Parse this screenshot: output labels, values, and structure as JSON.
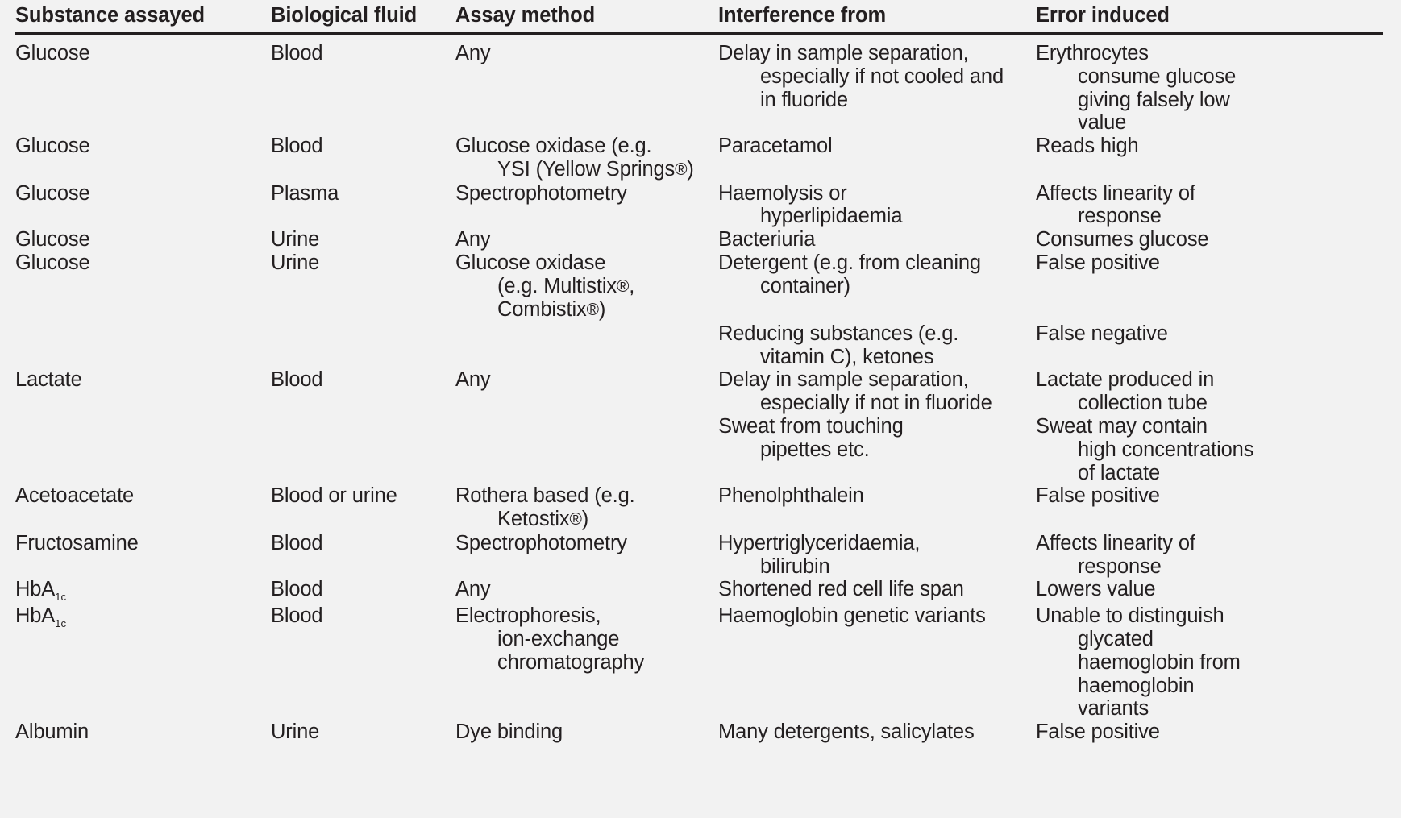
{
  "table": {
    "columns": [
      "Substance assayed",
      "Biological fluid",
      "Assay method",
      "Interference from",
      "Error induced"
    ],
    "rows": [
      {
        "substance": "Glucose",
        "fluid": "Blood",
        "method": "Any",
        "interference": "Delay in sample separation, especially if not cooled and in fluoride",
        "interference_lines": [
          "Delay in sample separation,",
          "especially if not cooled and",
          "in fluoride"
        ],
        "error": "Erythrocytes consume glucose giving falsely low value",
        "error_lines": [
          "Erythrocytes",
          "consume glucose",
          "giving falsely low",
          "value"
        ]
      },
      {
        "substance": "Glucose",
        "fluid": "Blood",
        "method": "Glucose oxidase (e.g. YSI (Yellow Springs®)",
        "method_lines": [
          "Glucose oxidase (e.g.",
          "YSI (Yellow Springs®)"
        ],
        "interference": "Paracetamol",
        "interference_lines": [
          "Paracetamol"
        ],
        "error": "Reads high",
        "error_lines": [
          "Reads high"
        ]
      },
      {
        "substance": "Glucose",
        "fluid": "Plasma",
        "method": "Spectrophotometry",
        "method_lines": [
          "Spectrophotometry"
        ],
        "interference": "Haemolysis or hyperlipidaemia",
        "interference_lines": [
          "Haemolysis or",
          "hyperlipidaemia"
        ],
        "error": "Affects linearity of response",
        "error_lines": [
          "Affects linearity of",
          "response"
        ]
      },
      {
        "substance": "Glucose",
        "fluid": "Urine",
        "method": "Any",
        "method_lines": [
          "Any"
        ],
        "interference": "Bacteriuria",
        "interference_lines": [
          "Bacteriuria"
        ],
        "error": "Consumes glucose",
        "error_lines": [
          "Consumes glucose"
        ]
      },
      {
        "substance": "Glucose",
        "fluid": "Urine",
        "method": "Glucose oxidase (e.g. Multistix®, Combistix®)",
        "method_lines": [
          "Glucose oxidase",
          "(e.g. Multistix®,",
          "Combistix®)"
        ],
        "interference": "Detergent (e.g. from cleaning container)",
        "interference_lines": [
          "Detergent (e.g. from cleaning",
          "container)"
        ],
        "error": "False positive",
        "error_lines": [
          "False positive"
        ]
      },
      {
        "substance": "",
        "fluid": "",
        "method": "",
        "method_lines": [],
        "interference": "Reducing substances (e.g. vitamin C), ketones",
        "interference_lines": [
          "Reducing substances (e.g.",
          "vitamin C), ketones"
        ],
        "error": "False negative",
        "error_lines": [
          "False negative"
        ]
      },
      {
        "substance": "Lactate",
        "fluid": "Blood",
        "method": "Any",
        "method_lines": [
          "Any"
        ],
        "interference": "Delay in sample separation, especially if not in fluoride",
        "interference_lines": [
          "Delay in sample separation,",
          "especially if not in fluoride"
        ],
        "error": "Lactate produced in collection tube",
        "error_lines": [
          "Lactate produced in",
          "collection tube"
        ]
      },
      {
        "substance": "",
        "fluid": "",
        "method": "",
        "method_lines": [],
        "interference": "Sweat from touching pipettes etc.",
        "interference_lines": [
          "Sweat from touching",
          "pipettes etc."
        ],
        "error": "Sweat may contain high concentrations of lactate",
        "error_lines": [
          "Sweat may contain",
          "high concentrations",
          "of lactate"
        ]
      },
      {
        "substance": "Acetoacetate",
        "fluid": "Blood or urine",
        "method": "Rothera based (e.g. Ketostix®)",
        "method_lines": [
          "Rothera based (e.g.",
          "Ketostix®)"
        ],
        "interference": "Phenolphthalein",
        "interference_lines": [
          "Phenolphthalein"
        ],
        "error": "False positive",
        "error_lines": [
          "False positive"
        ]
      },
      {
        "substance": "Fructosamine",
        "fluid": "Blood",
        "method": "Spectrophotometry",
        "method_lines": [
          "Spectrophotometry"
        ],
        "interference": "Hypertriglyceridaemia, bilirubin",
        "interference_lines": [
          "Hypertriglyceridaemia,",
          "bilirubin"
        ],
        "error": "Affects linearity of response",
        "error_lines": [
          "Affects linearity of",
          "response"
        ]
      },
      {
        "substance": "HbA1c",
        "substance_html": "HbA<sub>1c</sub>",
        "fluid": "Blood",
        "method": "Any",
        "method_lines": [
          "Any"
        ],
        "interference": "Shortened red cell life span",
        "interference_lines": [
          "Shortened red cell life span"
        ],
        "error": "Lowers value",
        "error_lines": [
          "Lowers value"
        ]
      },
      {
        "substance": "HbA1c",
        "substance_html": "HbA<sub>1c</sub>",
        "fluid": "Blood",
        "method": "Electrophoresis, ion-exchange chromatography",
        "method_lines": [
          "Electrophoresis,",
          "ion-exchange",
          "chromatography"
        ],
        "interference": "Haemoglobin genetic variants",
        "interference_lines": [
          "Haemoglobin genetic variants"
        ],
        "error": "Unable to distinguish glycated haemoglobin from haemoglobin variants",
        "error_lines": [
          "Unable to distinguish",
          "glycated",
          "haemoglobin from",
          "haemoglobin",
          "variants"
        ]
      },
      {
        "substance": "Albumin",
        "fluid": "Urine",
        "method": "Dye binding",
        "method_lines": [
          "Dye binding"
        ],
        "interference": "Many detergents, salicylates",
        "interference_lines": [
          "Many detergents, salicylates"
        ],
        "error": "False positive",
        "error_lines": [
          "False positive"
        ]
      }
    ]
  },
  "style": {
    "background_color": "#f2f2f2",
    "text_color": "#231f20",
    "rule_color": "#231f20"
  }
}
